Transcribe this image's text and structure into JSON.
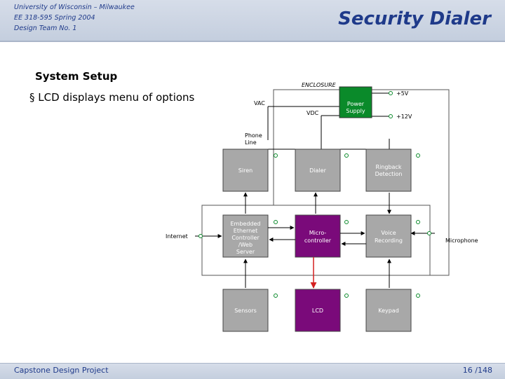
{
  "header": {
    "line1": "University of Wisconsin – Milwaukee",
    "line2": "EE 318-595 Spring 2004",
    "line3": "Design Team No. 1",
    "title": "Security Dialer"
  },
  "slide": {
    "section_title": "System Setup",
    "bullet": "§ LCD displays menu of options"
  },
  "diagram": {
    "enclosure_label": "ENCLOSURE",
    "labels": {
      "vac": "VAC",
      "vdc": "VDC",
      "plus5v": "+5V",
      "plus12v": "+12V",
      "phone1": "Phone",
      "phone2": "Line",
      "internet": "Internet",
      "microphone": "Microphone"
    },
    "blocks": {
      "power1": "Power",
      "power2": "Supply",
      "siren": "Siren",
      "dialer": "Dialer",
      "ringback1": "Ringback",
      "ringback2": "Detection",
      "eth1": "Embedded",
      "eth2": "Ethernet",
      "eth3": "Controller",
      "eth4": "/Web",
      "eth5": "Server",
      "micro1": "Micro-",
      "micro2": "controller",
      "voice1": "Voice",
      "voice2": "Recording",
      "sensors": "Sensors",
      "lcd": "LCD",
      "keypad": "Keypad"
    },
    "colors": {
      "gray_block": "#a8a8a8",
      "purple_block": "#7a0a7a",
      "green_block": "#0a8a2a",
      "highlight_arrow": "#d42020"
    }
  },
  "footer": {
    "left": "Capstone Design Project",
    "right": "16 /148"
  }
}
